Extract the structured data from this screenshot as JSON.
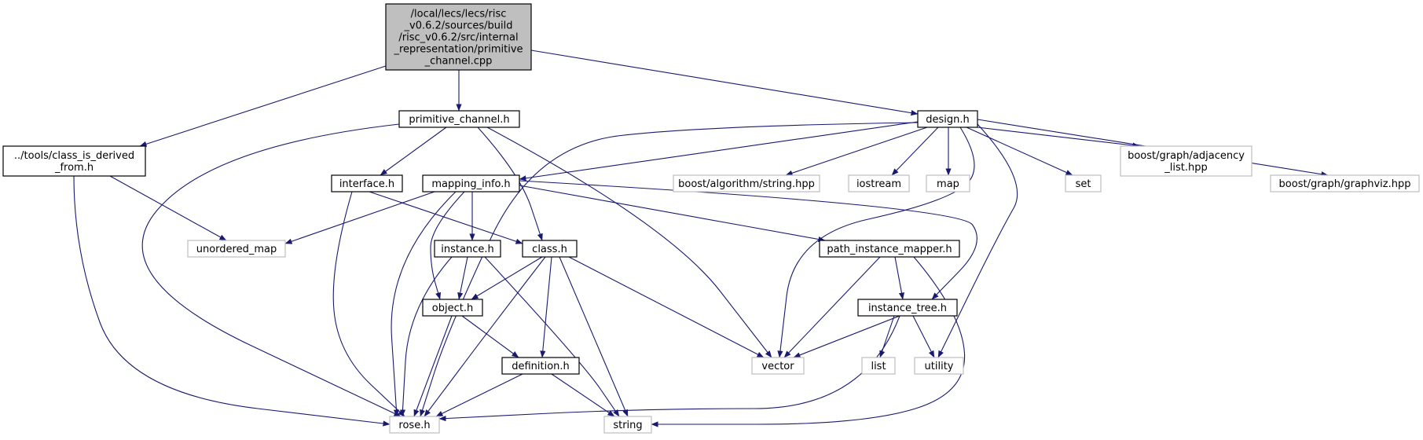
{
  "graph": {
    "nodes": {
      "root": {
        "label": [
          "/local/lecs/lecs/risc",
          "_v0.6.2/sources/build",
          "/risc_v0.6.2/src/internal",
          "_representation/primitive",
          "_channel.cpp"
        ],
        "kind": "root"
      },
      "primitive_channel_h": {
        "label": [
          "primitive_channel.h"
        ],
        "kind": "project"
      },
      "design_h": {
        "label": [
          "design.h"
        ],
        "kind": "project"
      },
      "class_is_derived_from_h": {
        "label": [
          "../tools/class_is_derived",
          "_from.h"
        ],
        "kind": "project"
      },
      "interface_h": {
        "label": [
          "interface.h"
        ],
        "kind": "project"
      },
      "mapping_info_h": {
        "label": [
          "mapping_info.h"
        ],
        "kind": "project"
      },
      "boost_algorithm_string_hpp": {
        "label": [
          "boost/algorithm/string.hpp"
        ],
        "kind": "system"
      },
      "iostream": {
        "label": [
          "iostream"
        ],
        "kind": "system"
      },
      "map": {
        "label": [
          "map"
        ],
        "kind": "system"
      },
      "set": {
        "label": [
          "set"
        ],
        "kind": "system"
      },
      "boost_graph_adjacency_list_hpp": {
        "label": [
          "boost/graph/adjacency",
          "_list.hpp"
        ],
        "kind": "system"
      },
      "boost_graph_graphviz_hpp": {
        "label": [
          "boost/graph/graphviz.hpp"
        ],
        "kind": "system"
      },
      "unordered_map": {
        "label": [
          "unordered_map"
        ],
        "kind": "system"
      },
      "instance_h": {
        "label": [
          "instance.h"
        ],
        "kind": "project"
      },
      "class_h": {
        "label": [
          "class.h"
        ],
        "kind": "project"
      },
      "path_instance_mapper_h": {
        "label": [
          "path_instance_mapper.h"
        ],
        "kind": "project"
      },
      "object_h": {
        "label": [
          "object.h"
        ],
        "kind": "project"
      },
      "instance_tree_h": {
        "label": [
          "instance_tree.h"
        ],
        "kind": "project"
      },
      "definition_h": {
        "label": [
          "definition.h"
        ],
        "kind": "project"
      },
      "vector": {
        "label": [
          "vector"
        ],
        "kind": "system"
      },
      "list": {
        "label": [
          "list"
        ],
        "kind": "system"
      },
      "utility": {
        "label": [
          "utility"
        ],
        "kind": "system"
      },
      "rose_h": {
        "label": [
          "rose.h"
        ],
        "kind": "system"
      },
      "string": {
        "label": [
          "string"
        ],
        "kind": "system"
      }
    },
    "edges": [
      [
        "root",
        "class_is_derived_from_h"
      ],
      [
        "root",
        "primitive_channel_h"
      ],
      [
        "root",
        "design_h"
      ],
      [
        "class_is_derived_from_h",
        "unordered_map"
      ],
      [
        "class_is_derived_from_h",
        "rose_h"
      ],
      [
        "primitive_channel_h",
        "interface_h"
      ],
      [
        "primitive_channel_h",
        "class_h"
      ],
      [
        "primitive_channel_h",
        "vector"
      ],
      [
        "primitive_channel_h",
        "rose_h"
      ],
      [
        "design_h",
        "mapping_info_h"
      ],
      [
        "design_h",
        "boost_algorithm_string_hpp"
      ],
      [
        "design_h",
        "iostream"
      ],
      [
        "design_h",
        "map"
      ],
      [
        "design_h",
        "set"
      ],
      [
        "design_h",
        "boost_graph_adjacency_list_hpp"
      ],
      [
        "design_h",
        "boost_graph_graphviz_hpp"
      ],
      [
        "design_h",
        "vector"
      ],
      [
        "design_h",
        "utility"
      ],
      [
        "design_h",
        "rose_h"
      ],
      [
        "interface_h",
        "class_h"
      ],
      [
        "interface_h",
        "rose_h"
      ],
      [
        "mapping_info_h",
        "unordered_map"
      ],
      [
        "mapping_info_h",
        "instance_h"
      ],
      [
        "mapping_info_h",
        "path_instance_mapper_h"
      ],
      [
        "mapping_info_h",
        "object_h"
      ],
      [
        "mapping_info_h",
        "instance_tree_h"
      ],
      [
        "mapping_info_h",
        "rose_h"
      ],
      [
        "instance_h",
        "object_h"
      ],
      [
        "instance_h",
        "rose_h"
      ],
      [
        "instance_h",
        "string"
      ],
      [
        "class_h",
        "object_h"
      ],
      [
        "class_h",
        "definition_h"
      ],
      [
        "class_h",
        "vector"
      ],
      [
        "class_h",
        "rose_h"
      ],
      [
        "class_h",
        "string"
      ],
      [
        "path_instance_mapper_h",
        "instance_tree_h"
      ],
      [
        "path_instance_mapper_h",
        "vector"
      ],
      [
        "path_instance_mapper_h",
        "string"
      ],
      [
        "object_h",
        "definition_h"
      ],
      [
        "object_h",
        "rose_h"
      ],
      [
        "instance_tree_h",
        "vector"
      ],
      [
        "instance_tree_h",
        "list"
      ],
      [
        "instance_tree_h",
        "utility"
      ],
      [
        "instance_tree_h",
        "rose_h"
      ],
      [
        "definition_h",
        "rose_h"
      ],
      [
        "definition_h",
        "string"
      ]
    ]
  },
  "colors": {
    "edge": "#191970",
    "root_fill": "#bfbfbf",
    "root_stroke": "#000000",
    "project_stroke": "#000000",
    "system_stroke": "#bfbfbf",
    "node_fill": "#ffffff"
  }
}
